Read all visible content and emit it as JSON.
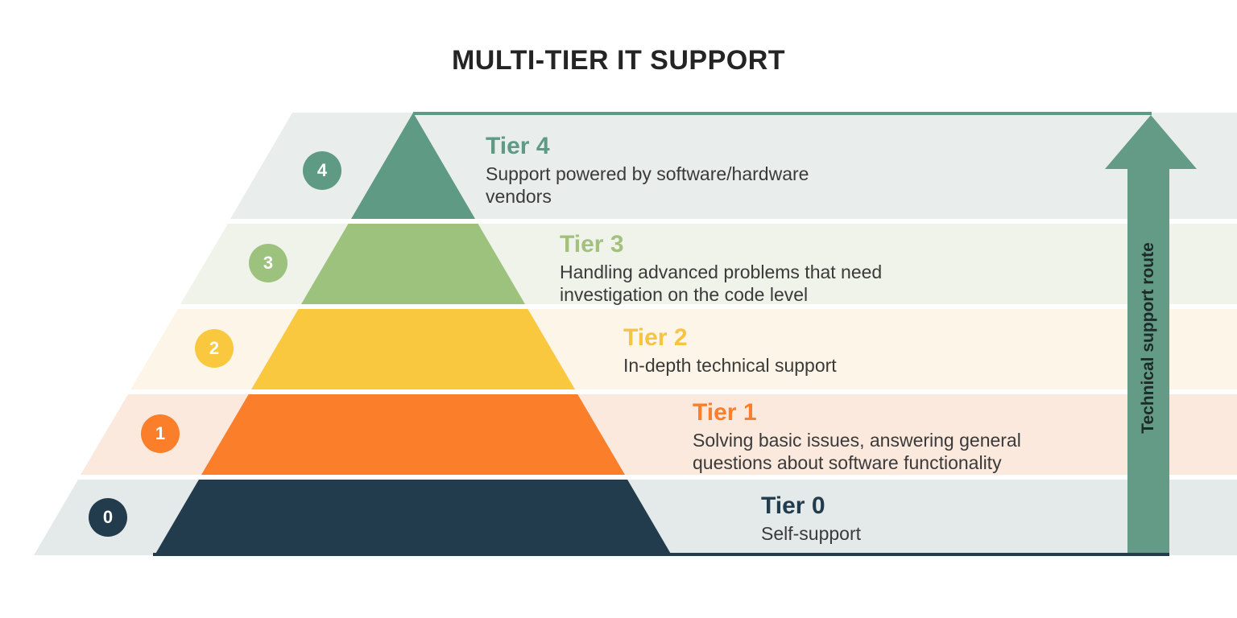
{
  "title": "MULTI-TIER IT SUPPORT",
  "arrow": {
    "label": "Technical support route",
    "color": "#649B87",
    "line_color": "#5F9A85",
    "label_color": "#1C2B28"
  },
  "base_line_color": "#223C4D",
  "description_color": "#3A3A3A",
  "tiers": [
    {
      "badge": "4",
      "label": "Tier 4",
      "description": "Support powered by software/hardware vendors",
      "color": "#5F9A85",
      "band_color": "#E9EEEC",
      "label_color": "#5F9A85"
    },
    {
      "badge": "3",
      "label": "Tier 3",
      "description": "Handling advanced problems that need investigation on the code level",
      "color": "#9CC27E",
      "band_color": "#EFF3EA",
      "label_color": "#A3C07F"
    },
    {
      "badge": "2",
      "label": "Tier 2",
      "description": "In-depth technical support",
      "color": "#F9C83F",
      "band_color": "#FDF5E8",
      "label_color": "#F5C542"
    },
    {
      "badge": "1",
      "label": "Tier 1",
      "description": "Solving basic issues, answering general questions about software functionality",
      "color": "#FB7E2A",
      "band_color": "#FBE9DD",
      "label_color": "#F8802D"
    },
    {
      "badge": "0",
      "label": "Tier 0",
      "description": "Self-support",
      "color": "#223C4D",
      "band_color": "#E4E9EA",
      "label_color": "#223C4D"
    }
  ]
}
